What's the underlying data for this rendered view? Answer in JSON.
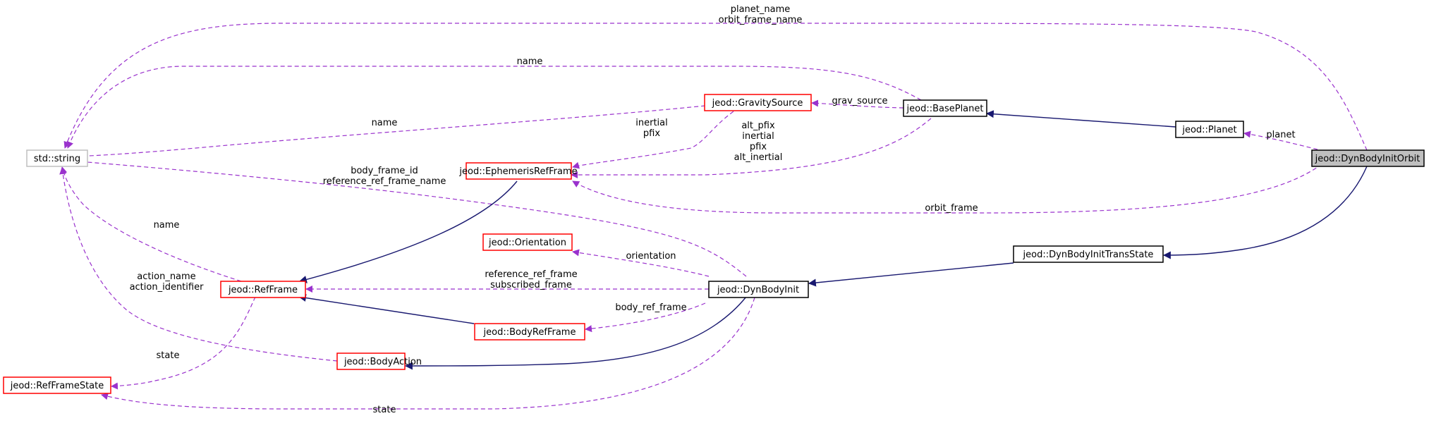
{
  "colors": {
    "dependency": "#9a32cd",
    "inheritance": "#191970",
    "node_border_red": "#ff0000",
    "node_border_black": "#000000",
    "node_border_gray": "#bfbfbf",
    "node_fill_selected": "#bfbfbf"
  },
  "nodes": {
    "string": "std::string",
    "dynbodyinitorbit": "jeod::DynBodyInitOrbit",
    "planet": "jeod::Planet",
    "baseplanet": "jeod::BasePlanet",
    "gravitysource": "jeod::GravitySource",
    "ephemerisrefframe": "jeod::EphemerisRefFrame",
    "orientation": "jeod::Orientation",
    "refframe": "jeod::RefFrame",
    "bodyrefframe": "jeod::BodyRefFrame",
    "bodyaction": "jeod::BodyAction",
    "refframestate": "jeod::RefFrameState",
    "dynbodyinit": "jeod::DynBodyInit",
    "dynbodyinittransstate": "jeod::DynBodyInitTransState"
  },
  "edge_labels": {
    "planet_name": "planet_name",
    "orbit_frame_name": "orbit_frame_name",
    "baseplanet_name": "name",
    "gravity_name": "name",
    "grav_source": "grav_source",
    "inertial": "inertial",
    "pfix": "pfix",
    "alt_pfix": "alt_pfix",
    "bp_inertial": "inertial",
    "bp_pfix": "pfix",
    "alt_inertial": "alt_inertial",
    "planet": "planet",
    "orbit_frame": "orbit_frame",
    "body_frame_id": "body_frame_id",
    "reference_ref_frame_name": "reference_ref_frame_name",
    "refframe_name": "name",
    "orientation": "orientation",
    "reference_ref_frame": "reference_ref_frame",
    "subscribed_frame": "subscribed_frame",
    "body_ref_frame": "body_ref_frame",
    "action_name": "action_name",
    "action_identifier": "action_identifier",
    "state_refframe": "state",
    "state_dynbodyinit": "state"
  }
}
